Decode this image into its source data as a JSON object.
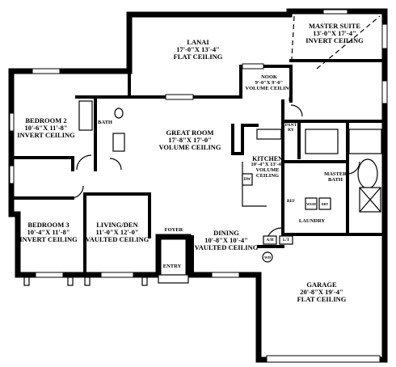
{
  "rooms": {
    "lanai": {
      "name": "LANAI",
      "size": "17'-0\"x 13'-4\"",
      "ceiling": "FLAT CEILING"
    },
    "master_suite": {
      "name": "MASTER SUITE",
      "size": "13'-0\"x 17'-4\"",
      "ceiling": "INVERT CEILING"
    },
    "nook": {
      "name": "NOOK",
      "size": "9'-0\"x 9'-0\"",
      "ceiling": "VOLUME CEILING"
    },
    "bedroom2": {
      "name": "BEDROOM 2",
      "size": "10'-6\"x 11'-8\"",
      "ceiling": "INVERT CEILING"
    },
    "great_room": {
      "name": "GREAT ROOM",
      "size": "17'-8\"x 17'-0\"",
      "ceiling": "VOLUME CEILING"
    },
    "kitchen": {
      "name": "KITCHEN",
      "size": "10'-4\"x 13'-4\"",
      "ceiling1": "VOLUME",
      "ceiling2": "CEILING"
    },
    "bedroom3": {
      "name": "BEDROOM 3",
      "size": "10'-4\"x 11'-8\"",
      "ceiling": "INVERT CEILING"
    },
    "living_den": {
      "name": "LIVING/DEN",
      "size": "11'-0\"x 12'-0\"",
      "ceiling": "VAULTED CEILING"
    },
    "dining": {
      "name": "DINING",
      "size": "10'-8\"x 10'-4\"",
      "ceiling": "VAULTED CEILING"
    },
    "garage": {
      "name": "GARAGE",
      "size": "20'-8\"x 19'-4\"",
      "ceiling": "FLAT CEILING"
    }
  },
  "labels": {
    "bath": "BATH",
    "pantry": "PANTRY",
    "master_bath1": "MASTER",
    "master_bath2": "BATH",
    "laundry": "LAUNDRY",
    "foyer": "FOYER",
    "entry": "ENTRY",
    "ah": "A/H",
    "lt": "L/T",
    "wh": "WH",
    "ref": "REF",
    "dw": "DW",
    "wash": "WASH",
    "dry": "DRY"
  }
}
